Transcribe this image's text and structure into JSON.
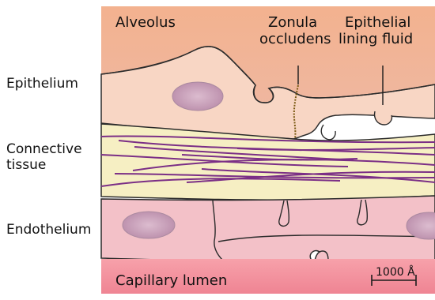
{
  "labels": {
    "left": {
      "epithelium": "Epithelium",
      "connective_tissue": "Connective\ntissue",
      "endothelium": "Endothelium"
    },
    "diagram": {
      "alveolus": "Alveolus",
      "zonula_occludens_line1": "Zonula",
      "zonula_occludens_line2": "occludens",
      "epithelial_line1": "Epithelial",
      "epithelial_line2": "lining fluid",
      "capillary_lumen": "Capillary lumen",
      "scale_bar": "1000 Å"
    }
  },
  "colors": {
    "alveolus_fill": "#f2b292",
    "epithelium_fill": "#f8d7c6",
    "epithelial_fluid": "#dfe7f1",
    "connective_fill": "#f6efc2",
    "endothelium_fill": "#f3c1c8",
    "capillary_fill": "#f08a95",
    "nucleus_fill": "#c79eb4",
    "fiber_stroke": "#7a2f86",
    "outline_stroke": "#2b2b2b",
    "zonula_stroke": "#7a5a12"
  }
}
